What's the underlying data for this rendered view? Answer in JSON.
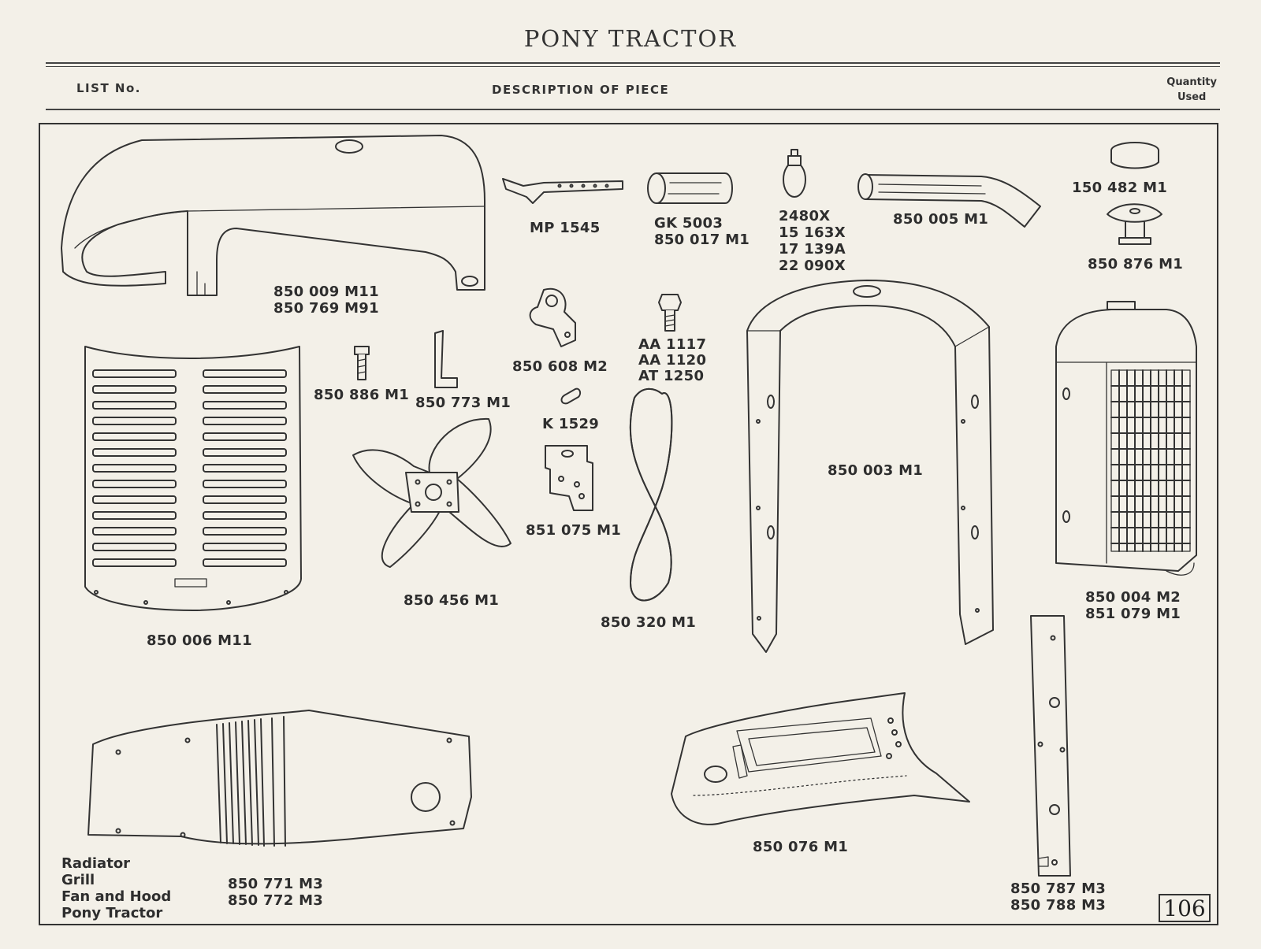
{
  "page": {
    "title": "PONY TRACTOR",
    "page_number": "106"
  },
  "header": {
    "list_no": "LIST No.",
    "description": "DESCRIPTION OF PIECE",
    "quantity_line1": "Quantity",
    "quantity_line2": "Used"
  },
  "caption": {
    "lines": [
      "Radiator",
      "Grill",
      "Fan and Hood",
      "Pony Tractor"
    ]
  },
  "parts": {
    "hood": [
      "850 009 M11",
      "850 769 M91"
    ],
    "clip": [
      "MP 1545"
    ],
    "hose_straight": [
      "GK 5003",
      "850 017 M1"
    ],
    "hose_clamp": [
      "2480X",
      "15 163X",
      "17 139A",
      "22 090X"
    ],
    "hose_bent": [
      "850 005 M1"
    ],
    "cap_top": [
      "150 482 M1"
    ],
    "radiator_cap": [
      "850 876 M1"
    ],
    "bracket_small": [
      "850 608 M2"
    ],
    "bolt_top": [
      "AA 1117",
      "AA 1120",
      "AT 1250"
    ],
    "grill": [
      "850 006 M11"
    ],
    "bolt_small": [
      "850 886 M1"
    ],
    "bracket_l": [
      "850 773 M1"
    ],
    "spacer": [
      "K 1529"
    ],
    "fan": [
      "850 456 M1"
    ],
    "bracket_plate": [
      "851 075 M1"
    ],
    "fan_belt": [
      "850 320 M1"
    ],
    "radiator_shell": [
      "850 003 M1"
    ],
    "radiator": [
      "850 004 M2",
      "851 079 M1"
    ],
    "side_panel": [
      "850 771 M3",
      "850 772 M3"
    ],
    "dash_panel": [
      "850 076 M1"
    ],
    "strip": [
      "850 787 M3",
      "850 788 M3"
    ]
  }
}
